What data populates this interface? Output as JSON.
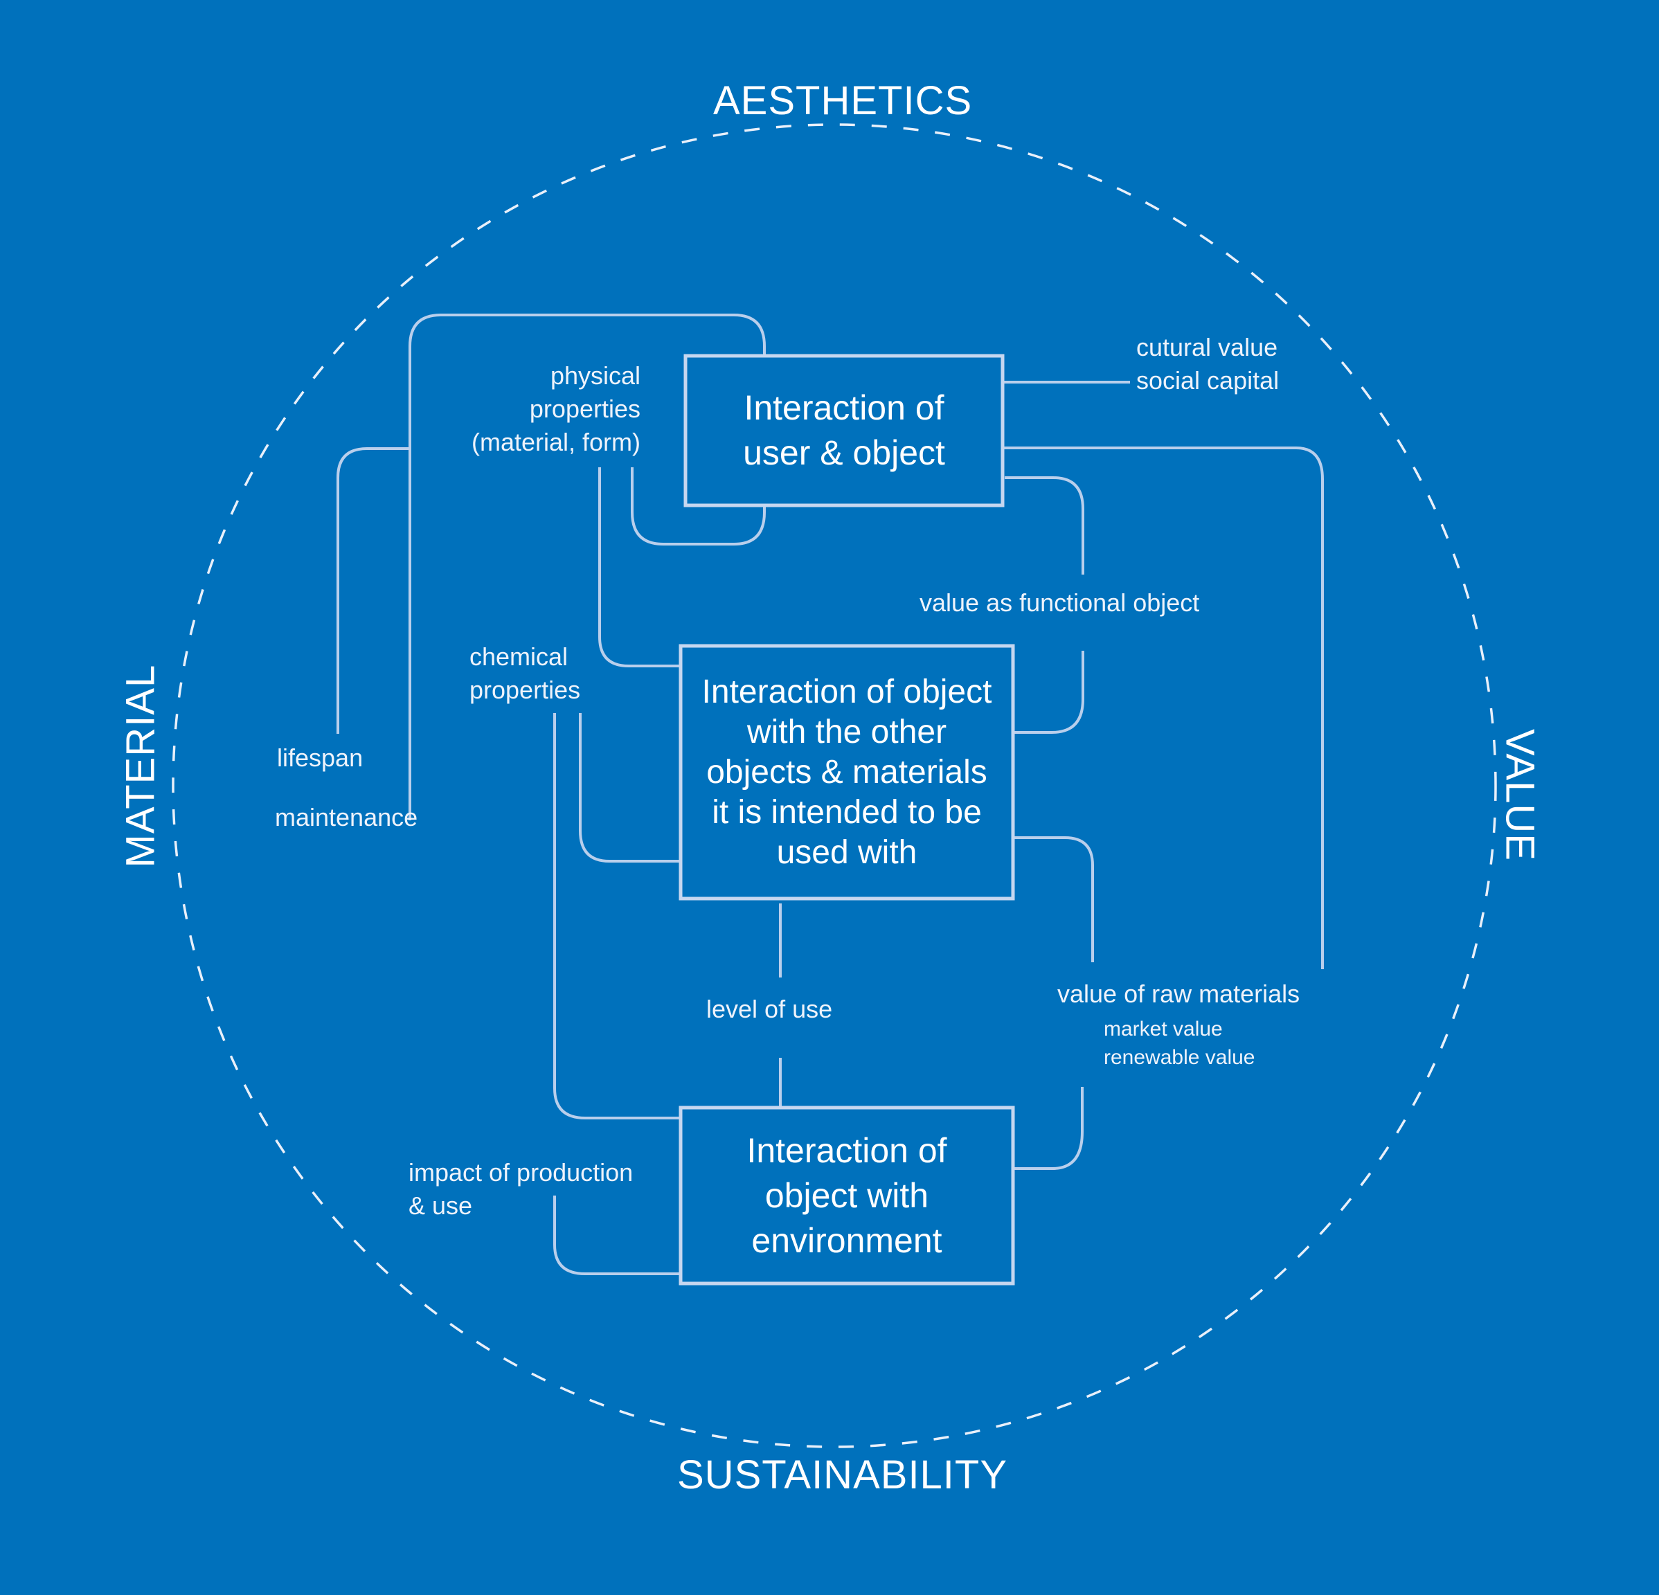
{
  "axes": {
    "top": "AESTHETICS",
    "bottom": "SUSTAINABILITY",
    "left": "MATERIAL",
    "right": "VALUE"
  },
  "boxes": {
    "user_object": "Interaction of\nuser & object",
    "object_objects": "Interaction of object\nwith the other\nobjects & materials\nit is intended to be\nused with",
    "object_environment": "Interaction of\nobject with\nenvironment"
  },
  "labels": {
    "physical_properties": "physical\nproperties\n(material, form)",
    "chemical_properties": "chemical\nproperties",
    "lifespan": "lifespan",
    "maintenance": "maintenance",
    "cultural_social": "cutural value\nsocial capital",
    "value_functional": "value as functional object",
    "level_of_use": "level of use",
    "value_raw_materials": "value of raw materials",
    "raw_materials_sub": "market value\nrenewable value",
    "impact_production": "impact of production\n& use"
  },
  "colors": {
    "background": "#0071bc",
    "lines": "#b9cfec",
    "text": "#ffffff"
  }
}
